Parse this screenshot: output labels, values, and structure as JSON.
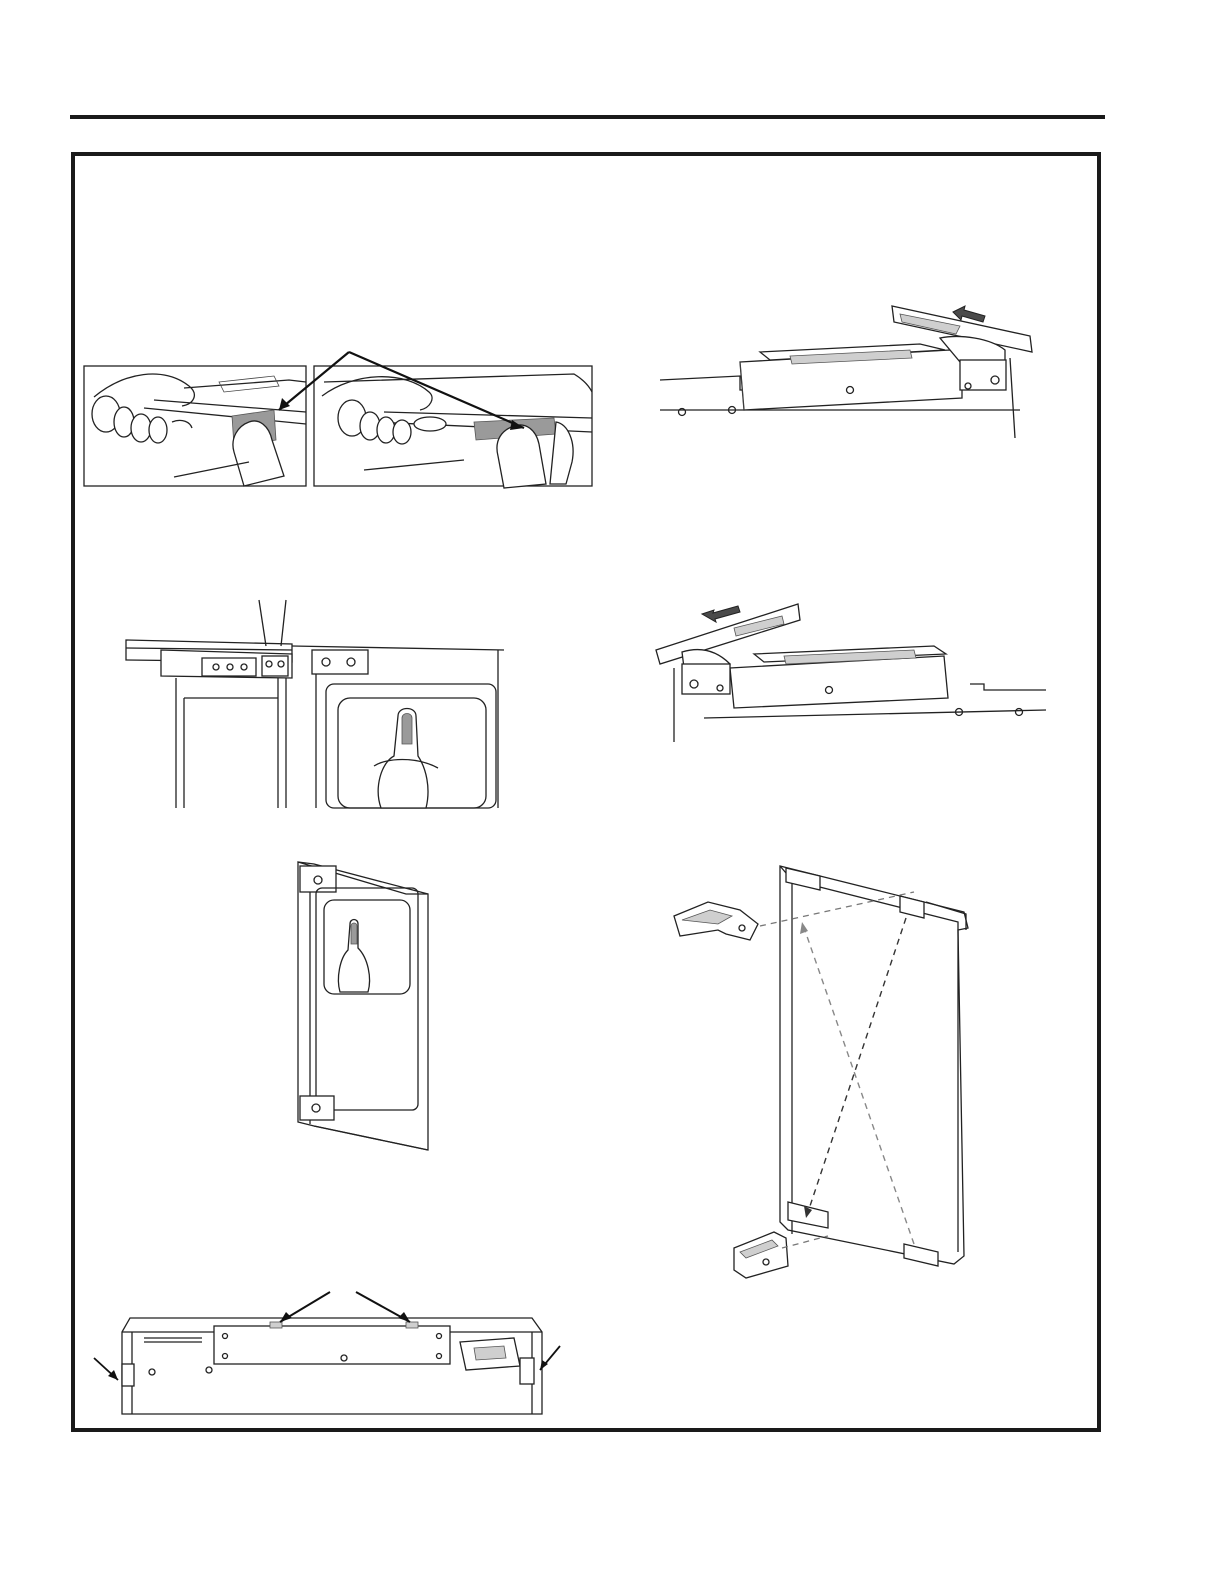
{
  "page": {
    "figures": [
      {
        "name": "remove-trim-tape",
        "panels": 2
      },
      {
        "name": "hinge-slide-left"
      },
      {
        "name": "hinge-gap-closeup"
      },
      {
        "name": "hinge-slide-right"
      },
      {
        "name": "freezer-door"
      },
      {
        "name": "door-hinge-swap"
      },
      {
        "name": "cabinet-top-view"
      }
    ]
  }
}
